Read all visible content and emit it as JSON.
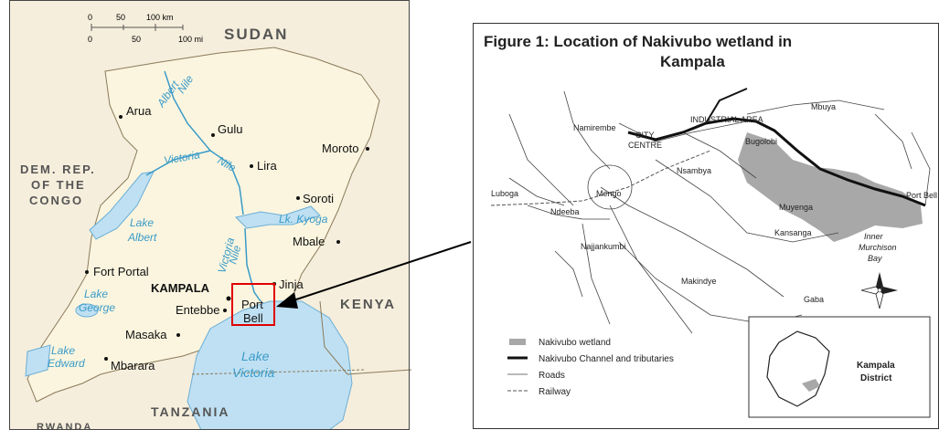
{
  "left_map": {
    "scale_km": {
      "t0": "0",
      "t1": "50",
      "t2": "100 km"
    },
    "scale_mi": {
      "t0": "0",
      "t1": "50",
      "t2": "100 mi"
    },
    "countries": {
      "sudan": "SUDAN",
      "drc_l1": "DEM. REP.",
      "drc_l2": "OF THE",
      "drc_l3": "CONGO",
      "kenya": "KENYA",
      "tanzania": "TANZANIA",
      "rwanda": "RWANDA"
    },
    "cities": {
      "arua": "Arua",
      "gulu": "Gulu",
      "moroto": "Moroto",
      "lira": "Lira",
      "soroti": "Soroti",
      "mbale": "Mbale",
      "jinja": "Jinja",
      "fort_portal": "Fort Portal",
      "kampala": "KAMPALA",
      "entebbe": "Entebbe",
      "masaka": "Masaka",
      "mbarara": "Mbarara",
      "port_bell_l1": "Port",
      "port_bell_l2": "Bell"
    },
    "water": {
      "albert_nile_l1": "Albert",
      "albert_nile_l2": "Nile",
      "victoria_nile_l1": "Victoria",
      "victoria_nile_l2": "Nile",
      "victoria_nile2_l1": "Victoria",
      "victoria_nile2_l2": "Nile",
      "lake_albert_l1": "Lake",
      "lake_albert_l2": "Albert",
      "lake_kyoga": "Lk. Kyoga",
      "lake_george_l1": "Lake",
      "lake_george_l2": "George",
      "lake_edward_l1": "Lake",
      "lake_edward_l2": "Edward",
      "lake_victoria_l1": "Lake",
      "lake_victoria_l2": "Victoria"
    }
  },
  "figure": {
    "title_l1": "Figure 1: Location of Nakivubo wetland in",
    "title_l2": "Kampala",
    "labels": {
      "mbuya": "Mbuya",
      "industrial_area": "INDUSTRIAL AREA",
      "bugolobi": "Bugolobi",
      "namirembe": "Namirembe",
      "city_l1": "CITY",
      "city_l2": "CENTRE",
      "nsambya": "Nsambya",
      "luboga": "Luboga",
      "mengo": "Mengo",
      "ndeeba": "Ndeeba",
      "muyenga": "Muyenga",
      "port_bell": "Port Bell",
      "kansanga": "Kansanga",
      "inner_l1": "Inner",
      "inner_l2": "Murchison",
      "inner_l3": "Bay",
      "najjankumbi": "Najjankumbi",
      "makindye": "Makindye",
      "gaba": "Gaba"
    },
    "legend": {
      "wetland": "Nakivubo wetland",
      "channel": "Nakivubo Channel and tributaries",
      "roads": "Roads",
      "railway": "Railway"
    },
    "inset": {
      "l1": "Kampala",
      "l2": "District"
    }
  },
  "colors": {
    "land": "#f7f0d8",
    "water": "#bfe0f2",
    "water_text": "#3a9bc8",
    "highlight": "#e00000",
    "wetland": "#a8a8a8"
  }
}
